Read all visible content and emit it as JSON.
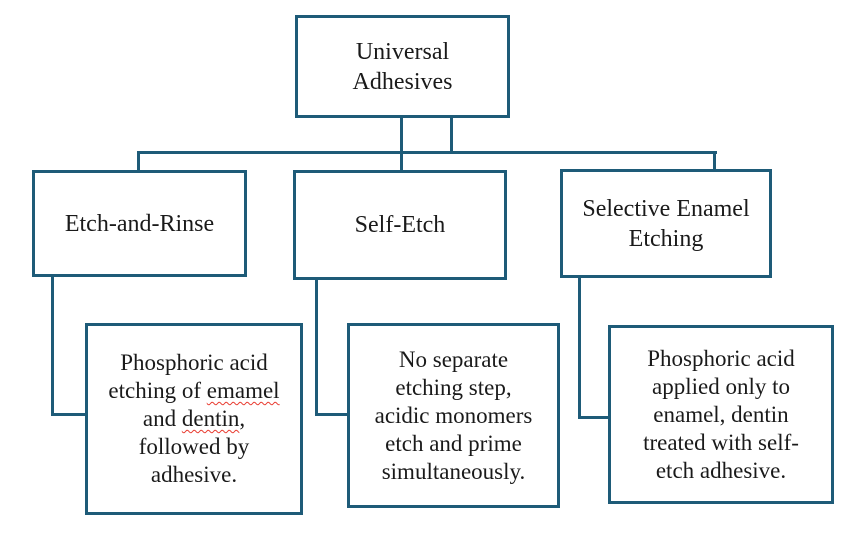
{
  "colors": {
    "line": "#1E5B78",
    "text": "#1A1A1A",
    "squiggle": "#E8392E"
  },
  "root": {
    "label": "Universal Adhesives"
  },
  "branches": [
    {
      "label": "Etch-and-Rinse"
    },
    {
      "label": "Self-Etch"
    },
    {
      "label": "Selective Enamel Etching"
    }
  ],
  "descriptions": {
    "etch_and_rinse": {
      "line1": "Phosphoric acid",
      "line2_pre": "etching of ",
      "line2_misspelled": "emamel",
      "line3_pre": "and ",
      "line3_misspelled": "dentin",
      "line3_post": ",",
      "line4": "followed by",
      "line5": "adhesive."
    },
    "self_etch": {
      "lines": [
        "No separate",
        "etching step,",
        "acidic monomers",
        "etch and prime",
        "simultaneously."
      ]
    },
    "selective_enamel_etching": {
      "lines": [
        "Phosphoric acid",
        "applied only to",
        "enamel, dentin",
        "treated with self-",
        "etch adhesive."
      ]
    }
  }
}
